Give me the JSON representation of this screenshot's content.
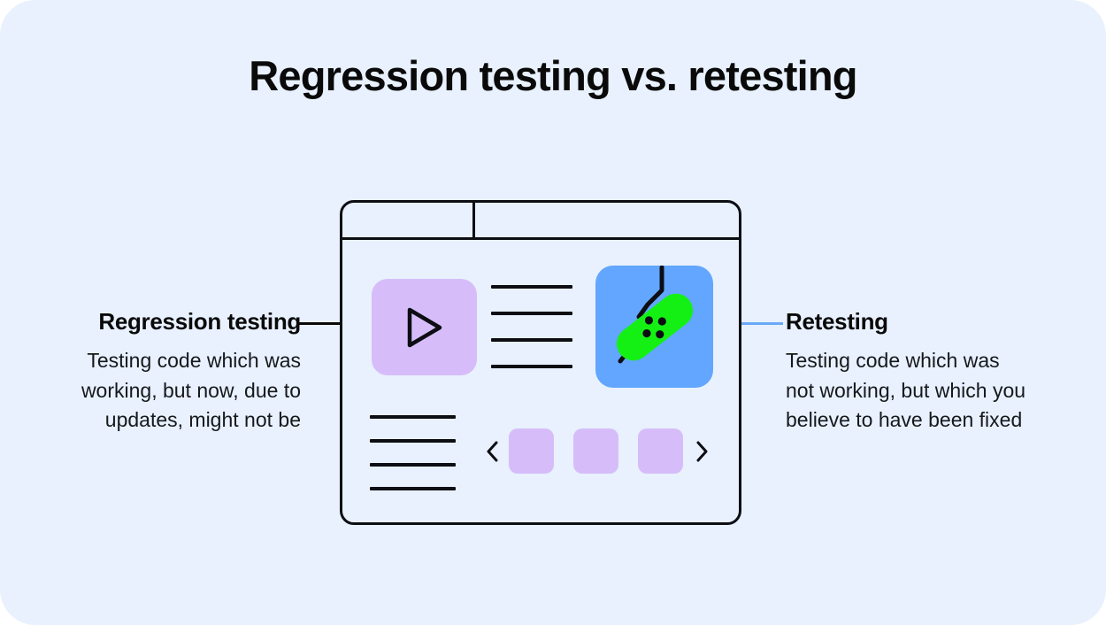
{
  "title": "Regression testing vs. retesting",
  "theme": {
    "panel_bg": "#e8f1fd",
    "page_bg": "#ffffff",
    "ink": "#0d0d14",
    "purple": "#d6bdfa",
    "blue_card": "#62a6ff",
    "green_bandage": "#14f014",
    "connector_left": "#0a0a0a",
    "connector_right": "#6aa9f7"
  },
  "left": {
    "heading": "Regression testing",
    "body": "Testing code which was\nworking, but now, due to\nupdates, might not be"
  },
  "right": {
    "heading": "Retesting",
    "body": "Testing code which was\nnot working, but which you\nbelieve to have been fixed"
  },
  "browser": {
    "tabs": [
      "",
      ""
    ],
    "media_card": {
      "icon": "play-icon"
    },
    "text_lines_top": 4,
    "text_lines_bottom": 4,
    "bug_card": {
      "icon": "bandage-icon",
      "overlay": "crack-line"
    },
    "carousel": {
      "prev_label": "‹",
      "next_label": "›",
      "thumbnails": 3
    }
  }
}
